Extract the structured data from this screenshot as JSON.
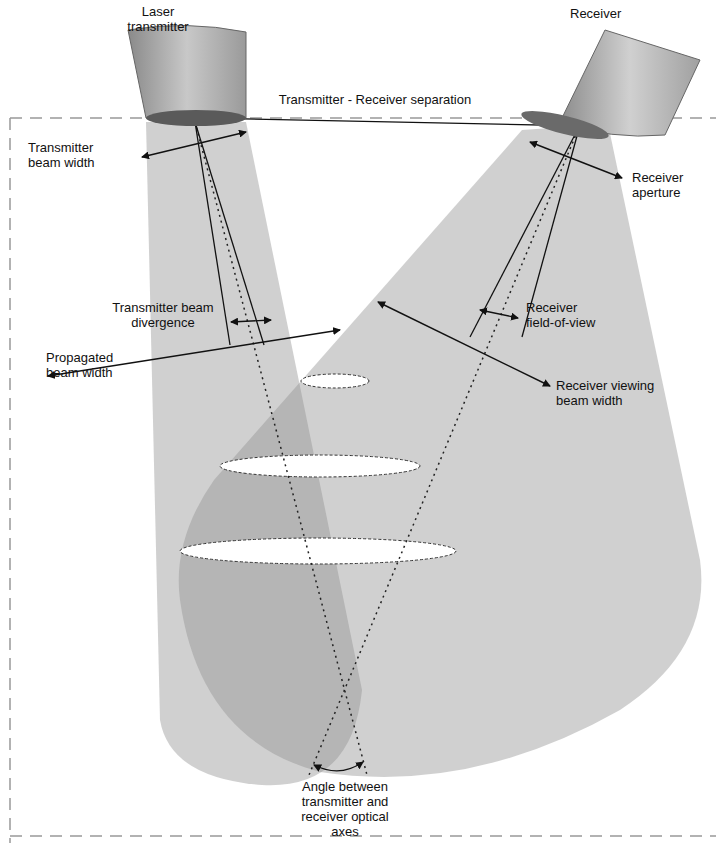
{
  "diagram": {
    "labels": [
      "Laser transmitter",
      "Receiver",
      "Transmitter - Receiver separation",
      "Transmitter beam width",
      "Receiver aperture",
      "Transmitter beam divergence",
      "Receiver field-of-view",
      "Propagated beam width",
      "Receiver viewing beam width",
      "Angle between transmitter and receiver optical axes"
    ]
  }
}
